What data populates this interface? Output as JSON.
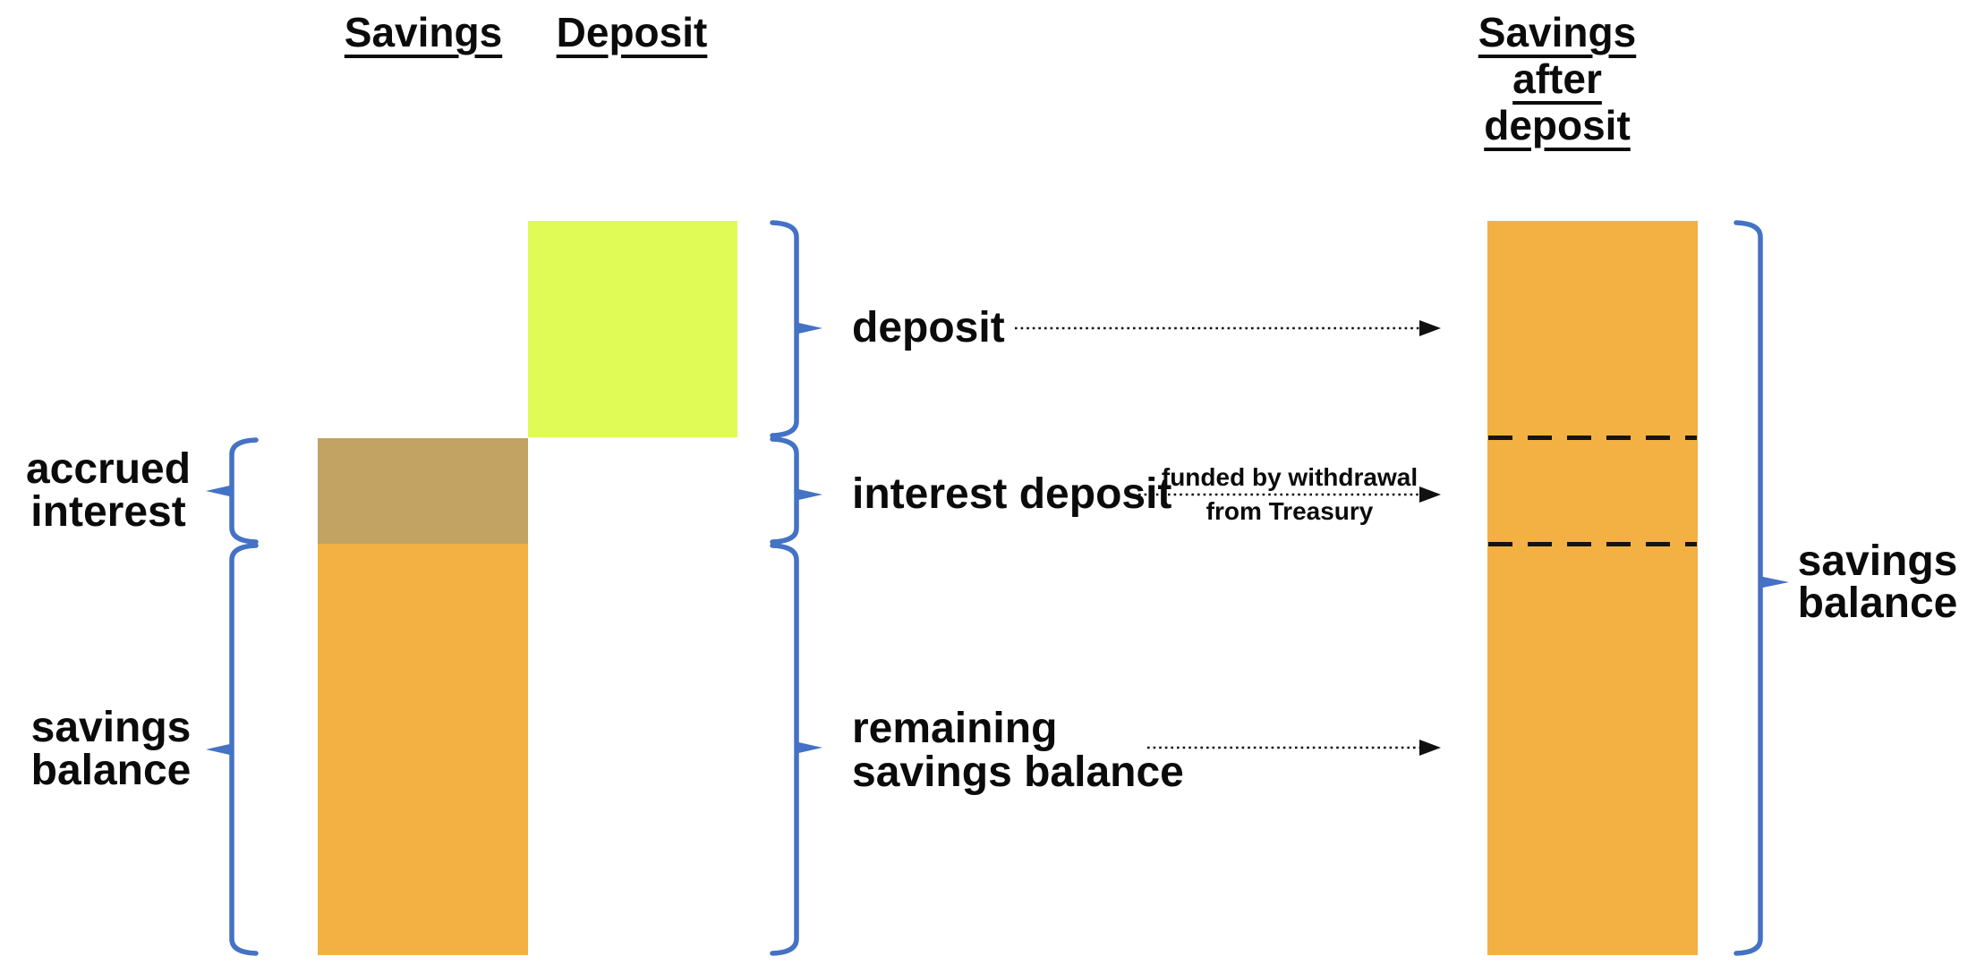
{
  "colors": {
    "orange": "#F3B143",
    "tan": "#C3A364",
    "yellow": "#E0FA56",
    "blue": "#4472C4",
    "text": "#0B0B0B"
  },
  "headers": {
    "savings": "Savings",
    "deposit": "Deposit",
    "savings_after_deposit": [
      "Savings",
      "after",
      "deposit"
    ]
  },
  "left_labels": {
    "accrued_interest": [
      "accrued",
      "interest"
    ],
    "savings_balance": [
      "savings",
      "balance"
    ]
  },
  "row_labels": {
    "deposit": "deposit",
    "interest_deposit": "interest deposit",
    "remaining_savings_balance": [
      "remaining",
      "savings balance"
    ]
  },
  "caption": [
    "funded by withdrawal",
    "from Treasury"
  ],
  "right_label": [
    "savings",
    "balance"
  ],
  "chart_data": {
    "type": "bar",
    "title": "",
    "bars": [
      {
        "name": "Savings",
        "segments": [
          {
            "label": "accrued interest",
            "color": "#C3A364"
          },
          {
            "label": "savings balance",
            "color": "#F3B143"
          }
        ]
      },
      {
        "name": "Deposit",
        "segments": [
          {
            "label": "deposit",
            "color": "#E0FA56"
          }
        ]
      },
      {
        "name": "Savings after deposit",
        "segments": [
          {
            "label": "deposit",
            "color": "#F3B143"
          },
          {
            "label": "interest deposit",
            "color": "#F3B143",
            "note": "funded by withdrawal from Treasury"
          },
          {
            "label": "remaining savings balance",
            "color": "#F3B143"
          }
        ]
      }
    ],
    "legend_position": "none",
    "grid": false
  }
}
